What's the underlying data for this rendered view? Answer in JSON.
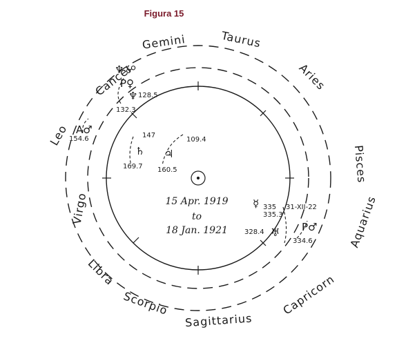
{
  "figure": {
    "title": "Figura 15",
    "title_color": "#7a1a2a",
    "ink": "#1a1a1a"
  },
  "signs": [
    {
      "name": "Gemini"
    },
    {
      "name": "Taurus"
    },
    {
      "name": "Aries"
    },
    {
      "name": "Pisces"
    },
    {
      "name": "Aquarius"
    },
    {
      "name": "Capricorn"
    },
    {
      "name": "Sagittarius"
    },
    {
      "name": "Scorpio"
    },
    {
      "name": "Libra"
    },
    {
      "name": "Virgo"
    },
    {
      "name": "Leo"
    },
    {
      "name": "Cancer"
    }
  ],
  "center": {
    "symbol": "☉",
    "line1": "15 Apr. 1919",
    "line2": "to",
    "line3": "18 Jan. 1921"
  },
  "outer_points": [
    {
      "glyph": "♆",
      "label": "",
      "second_glyph": "☍"
    },
    {
      "glyph": "P♀",
      "label": ""
    },
    {
      "glyph": "♆",
      "label": "128.5"
    },
    {
      "glyph": "",
      "label": "132.3"
    },
    {
      "glyph": "A♂",
      "label": "154.6"
    },
    {
      "glyph": "P♂",
      "label": "334.6"
    }
  ],
  "inner_points": [
    {
      "glyph": "♄",
      "label_top": "147",
      "label_bottom": "169.7"
    },
    {
      "glyph": "♃",
      "label_top": "109.4",
      "label_bottom": "160.5"
    },
    {
      "glyph": "☿",
      "label": "335"
    },
    {
      "glyph": "",
      "label": "31-XII-22"
    },
    {
      "glyph": "",
      "label": "335.3"
    },
    {
      "glyph": "♅",
      "label": "328.4"
    }
  ]
}
